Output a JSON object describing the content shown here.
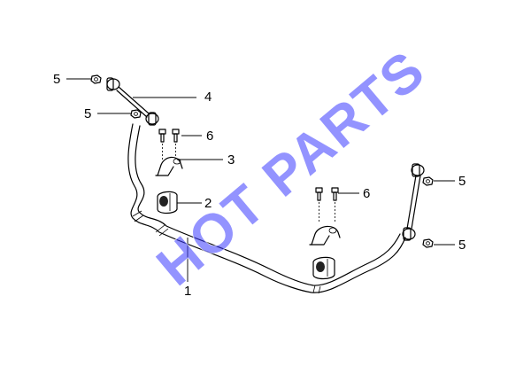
{
  "diagram": {
    "callouts": [
      {
        "id": "c-5a",
        "text": "5"
      },
      {
        "id": "c-5b",
        "text": "5"
      },
      {
        "id": "c-4",
        "text": "4"
      },
      {
        "id": "c-6a",
        "text": "6"
      },
      {
        "id": "c-3",
        "text": "3"
      },
      {
        "id": "c-2",
        "text": "2"
      },
      {
        "id": "c-1",
        "text": "1"
      },
      {
        "id": "c-6b",
        "text": "6"
      },
      {
        "id": "c-5c",
        "text": "5"
      },
      {
        "id": "c-5d",
        "text": "5"
      }
    ],
    "watermark": "HOT PARTS"
  },
  "colors": {
    "watermark": "#3b3bff",
    "line": "#000000",
    "background": "#ffffff"
  }
}
